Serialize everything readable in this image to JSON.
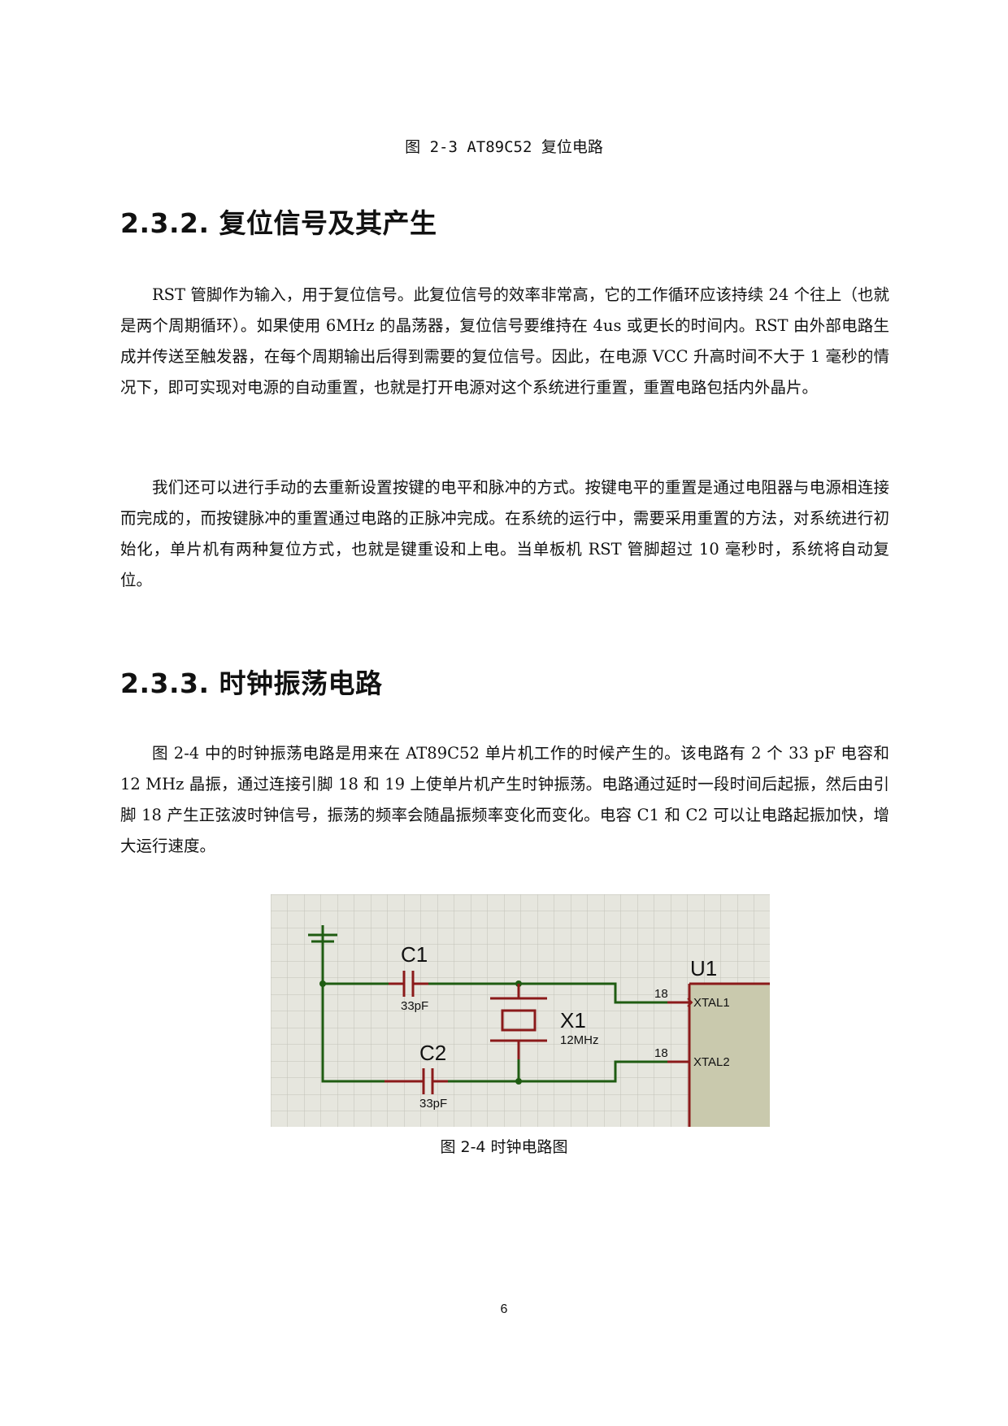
{
  "figure_caption_top": "图 2-3 AT89C52 复位电路",
  "section_1": {
    "title": "2.3.2. 复位信号及其产生",
    "paragraphs": [
      "RST 管脚作为输入，用于复位信号。此复位信号的效率非常高，它的工作循环应该持续 24 个往上（也就是两个周期循环）。如果使用 6MHz 的晶荡器，复位信号要维持在 4us 或更长的时间内。RST 由外部电路生成并传送至触发器，在每个周期输出后得到需要的复位信号。因此，在电源 VCC 升高时间不大于 1 毫秒的情况下，即可实现对电源的自动重置，也就是打开电源对这个系统进行重置，重置电路包括内外晶片。",
      "我们还可以进行手动的去重新设置按键的电平和脉冲的方式。按键电平的重置是通过电阻器与电源相连接而完成的，而按键脉冲的重置通过电路的正脉冲完成。在系统的运行中，需要采用重置的方法，对系统进行初始化，单片机有两种复位方式，也就是键重设和上电。当单板机 RST 管脚超过 10 毫秒时，系统将自动复位。"
    ]
  },
  "section_2": {
    "title": "2.3.3. 时钟振荡电路",
    "paragraphs": [
      "图 2-4 中的时钟振荡电路是用来在 AT89C52 单片机工作的时候产生的。该电路有 2 个 33 pF 电容和 12 MHz 晶振，通过连接引脚 18 和 19 上使单片机产生时钟振荡。电路通过延时一段时间后起振，然后由引脚 18 产生正弦波时钟信号，振荡的频率会随晶振频率变化而变化。电容 C1 和 C2 可以让电路起振加快，增大运行速度。"
    ]
  },
  "schematic": {
    "c1_label": "C1",
    "c1_value": "33pF",
    "c2_label": "C2",
    "c2_value": "33pF",
    "x1_label": "X1",
    "x1_value": "12MHz",
    "u1_label": "U1",
    "pin1_number": "18",
    "pin1_name": "XTAL1",
    "pin2_number": "18",
    "pin2_name": "XTAL2",
    "colors": {
      "wire": "#1f5c12",
      "component": "#8b1a1a",
      "grid": "#c2c2b8",
      "background": "#e6e6de",
      "chip_fill": "#c9c9ad"
    }
  },
  "figure_caption_bottom": "图 2-4 时钟电路图",
  "page_number": "6"
}
